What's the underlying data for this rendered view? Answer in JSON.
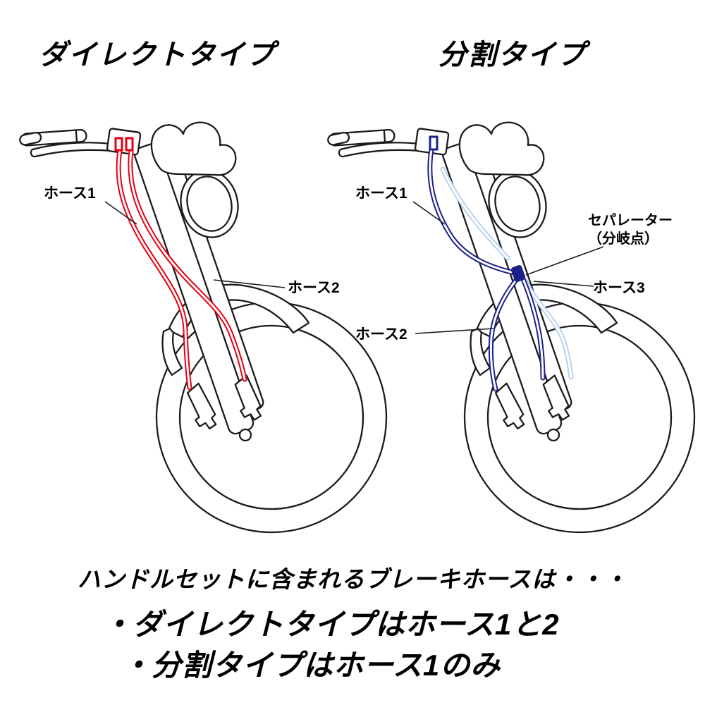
{
  "titles": {
    "direct": "ダイレクトタイプ",
    "split": "分割タイプ"
  },
  "labels": {
    "left_hose1": "ホース1",
    "left_hose2": "ホース2",
    "right_hose1": "ホース1",
    "right_separator_line1": "セパレーター",
    "right_separator_line2": "（分岐点）",
    "right_hose3": "ホース3",
    "right_hose2": "ホース2"
  },
  "footer": {
    "line1": "ハンドルセットに含まれるブレーキホースは・・・",
    "bullet1": "・ダイレクトタイプはホース1と2",
    "bullet2": "・分割タイプはホース1のみ"
  },
  "colors": {
    "direct_hose": "#e60012",
    "split_hose": "#1d2088",
    "split_hose_light": "#b9d3ee",
    "line_art": "#1b1b1b"
  }
}
